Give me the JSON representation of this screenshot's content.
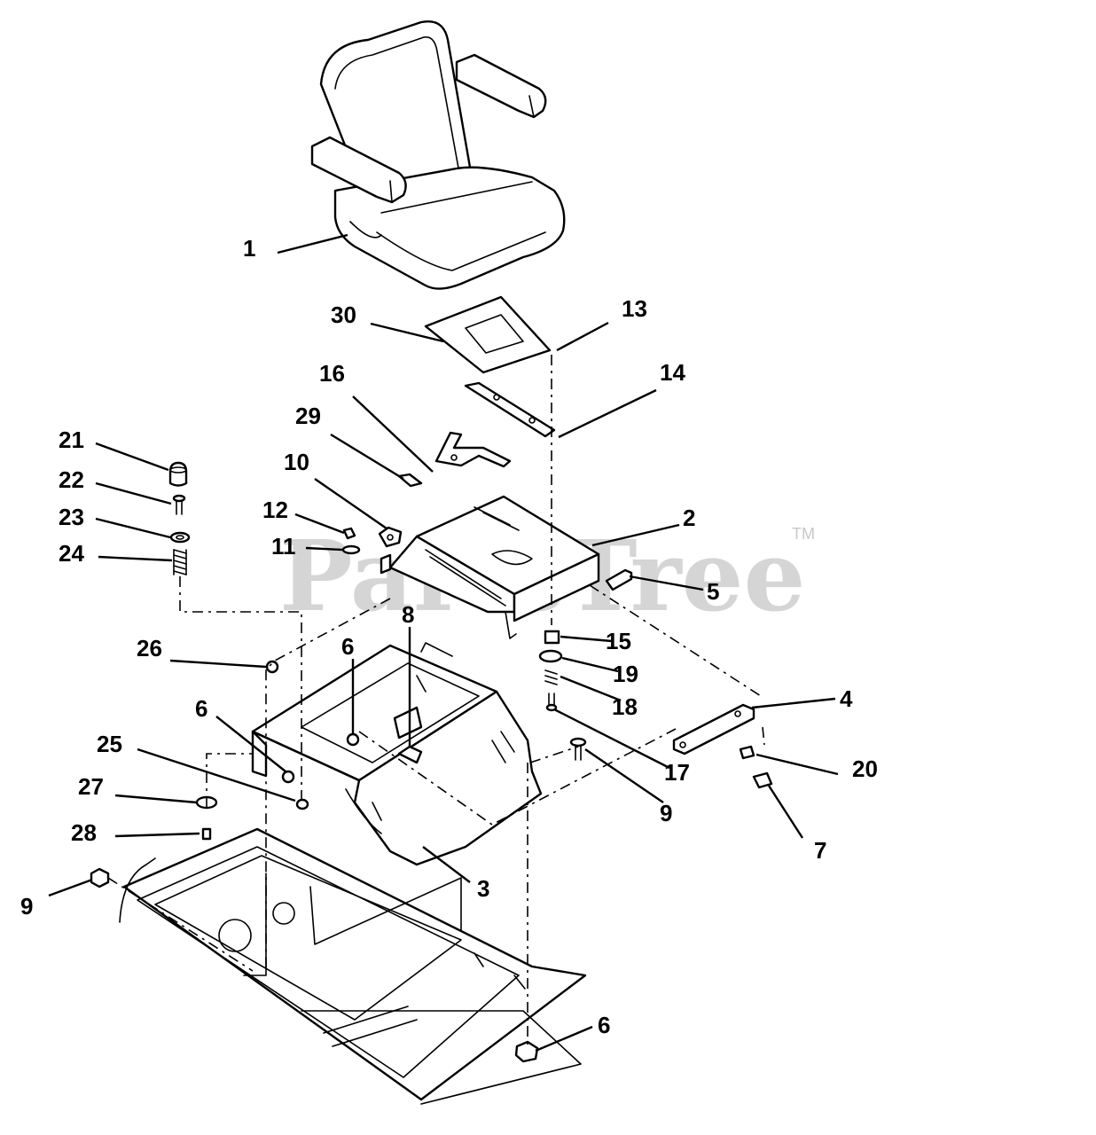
{
  "watermark": {
    "text": "PartsTree",
    "tm": "TM"
  },
  "callouts": [
    {
      "num": "1"
    },
    {
      "num": "30"
    },
    {
      "num": "13"
    },
    {
      "num": "14"
    },
    {
      "num": "16"
    },
    {
      "num": "29"
    },
    {
      "num": "21"
    },
    {
      "num": "22"
    },
    {
      "num": "23"
    },
    {
      "num": "24"
    },
    {
      "num": "10"
    },
    {
      "num": "12"
    },
    {
      "num": "11"
    },
    {
      "num": "2"
    },
    {
      "num": "5"
    },
    {
      "num": "8"
    },
    {
      "num": "26"
    },
    {
      "num": "6"
    },
    {
      "num": "15"
    },
    {
      "num": "19"
    },
    {
      "num": "18"
    },
    {
      "num": "4"
    },
    {
      "num": "6"
    },
    {
      "num": "25"
    },
    {
      "num": "17"
    },
    {
      "num": "20"
    },
    {
      "num": "27"
    },
    {
      "num": "9"
    },
    {
      "num": "28"
    },
    {
      "num": "7"
    },
    {
      "num": "3"
    },
    {
      "num": "9"
    },
    {
      "num": "6"
    }
  ]
}
